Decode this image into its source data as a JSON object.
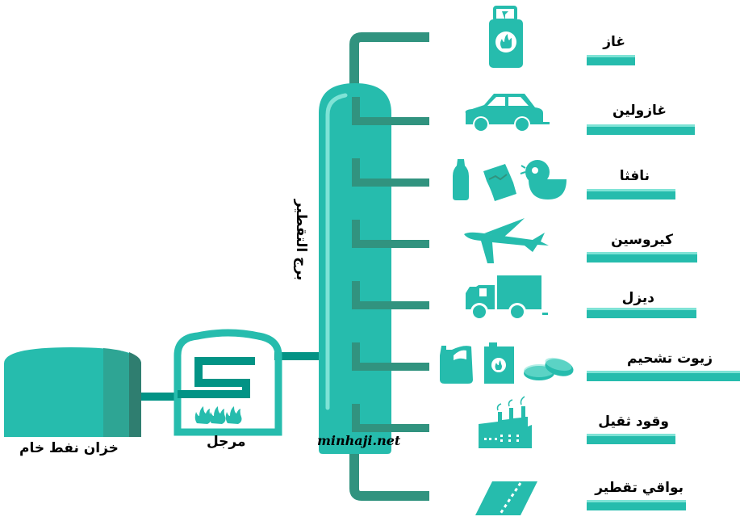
{
  "colors": {
    "primary": "#26bcad",
    "dark": "#31937f",
    "pipe": "#029385",
    "highlight": "#7fe3d6",
    "tank_shade1": "#2ea594",
    "tank_shade2": "#2f7e70",
    "text": "#000000"
  },
  "labels": {
    "crude_tank": "خزان نفط خام",
    "furnace": "مرجل",
    "tower": "برج التقطير",
    "watermark": "minhaji.net"
  },
  "products": [
    {
      "label": "غاز",
      "icon": "gas-cylinder-icon"
    },
    {
      "label": "غازولين",
      "icon": "car-icon"
    },
    {
      "label": "نافثا",
      "icon": "plastics-icons"
    },
    {
      "label": "كيروسين",
      "icon": "airplane-icon"
    },
    {
      "label": "ديزل",
      "icon": "truck-icon"
    },
    {
      "label": "زيوت تشحيم",
      "icon": "lubricants-icons"
    },
    {
      "label": "وقود ثقيل",
      "icon": "factory-icon"
    },
    {
      "label": "بواقي تقطير",
      "icon": "road-icon"
    }
  ]
}
